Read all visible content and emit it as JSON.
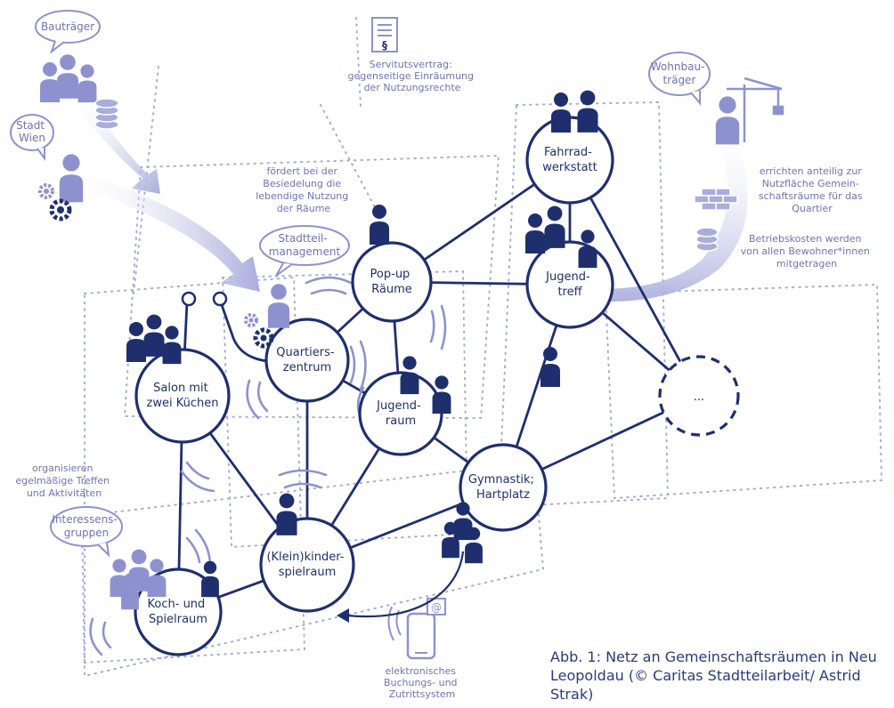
{
  "nodes": {
    "fahrradwerkstatt": [
      "Fahrrad-",
      "werkstatt"
    ],
    "popup": [
      "Pop-up",
      "Räume"
    ],
    "jugendtreff": [
      "Jugend-",
      "treff"
    ],
    "quartierszentrum": [
      "Quartiers-",
      "zentrum"
    ],
    "salon": [
      "Salon mit",
      "zwei Küchen"
    ],
    "jugendraum": [
      "Jugend-",
      "raum"
    ],
    "gymnastik": [
      "Gymnastik;",
      "Hartplatz"
    ],
    "kleinkinder": [
      "(Klein)kinder-",
      "spielraum"
    ],
    "koch": [
      "Koch- und",
      "Spielraum"
    ],
    "ellipsis": "..."
  },
  "bubbles": {
    "bautraeger": [
      "Bauträger"
    ],
    "stadt_wien": [
      "Stadt",
      "Wien"
    ],
    "wohnbautraeger": [
      "Wohnbau-",
      "träger"
    ],
    "stadtteilmanagement": [
      "Stadtteil-",
      "management"
    ],
    "interessensgruppen": [
      "Interessens-",
      "gruppen"
    ]
  },
  "notes": {
    "servitut": [
      "Servitutsvertrag:",
      "gegenseitige Einräumung",
      "der Nutzungsrechte"
    ],
    "foerdert": [
      "fördert bei der",
      "Besiedelung die",
      "lebendige Nutzung",
      "der Räume"
    ],
    "errichten": [
      "errichten anteilig zur",
      "Nutzfläche Gemein-",
      "schaftsräume für das",
      "Quartier"
    ],
    "betriebskosten": [
      "Betriebskosten werden",
      "von allen Bewohner*innen",
      "mitgetragen"
    ],
    "organisieren": [
      "organisieren",
      "egelmäßige Treffen",
      "und Aktivitäten"
    ],
    "elektronisch": [
      "elektronisches",
      "Buchungs- und",
      "Zutrittsystem"
    ]
  },
  "document_symbol": "§",
  "phone_symbol": "@",
  "caption": "Abb. 1: Netz an Gemeinschaftsräumen in Neu Leopoldau (© Caritas Stadtteilarbeit/ Astrid Strak)",
  "colors": {
    "navy": "#1f2f6e",
    "light": "#8d92cf",
    "pale": "#b4b8e2",
    "dots": "#a6aadb"
  }
}
